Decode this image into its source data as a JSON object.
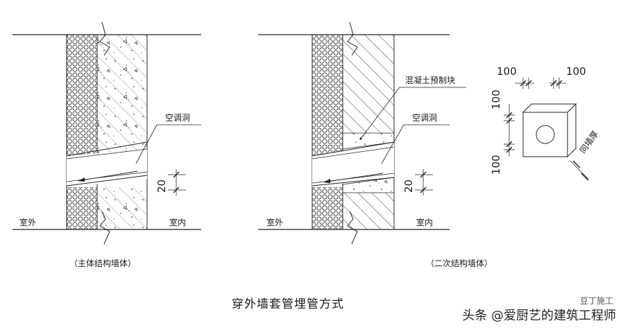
{
  "left_figure": {
    "outdoor": "室外",
    "indoor": "室内",
    "ac_hole": "空调洞",
    "dim_20": "20",
    "caption": "（主体结构墙体）"
  },
  "right_figure": {
    "outdoor": "室外",
    "indoor": "室内",
    "ac_hole": "空调洞",
    "precast_block": "混凝土预制块",
    "dim_20": "20",
    "caption": "（二次结构墙体）"
  },
  "block_detail": {
    "dim_top_left": "100",
    "dim_top_right": "100",
    "dim_side_top": "100",
    "dim_side_bottom": "100",
    "dim_depth": "同墙厚"
  },
  "main_title": "穿外墙套管埋管方式",
  "watermark": {
    "text": "头条 @爱厨艺的建筑工程师",
    "logo_text": "豆丁施工"
  }
}
